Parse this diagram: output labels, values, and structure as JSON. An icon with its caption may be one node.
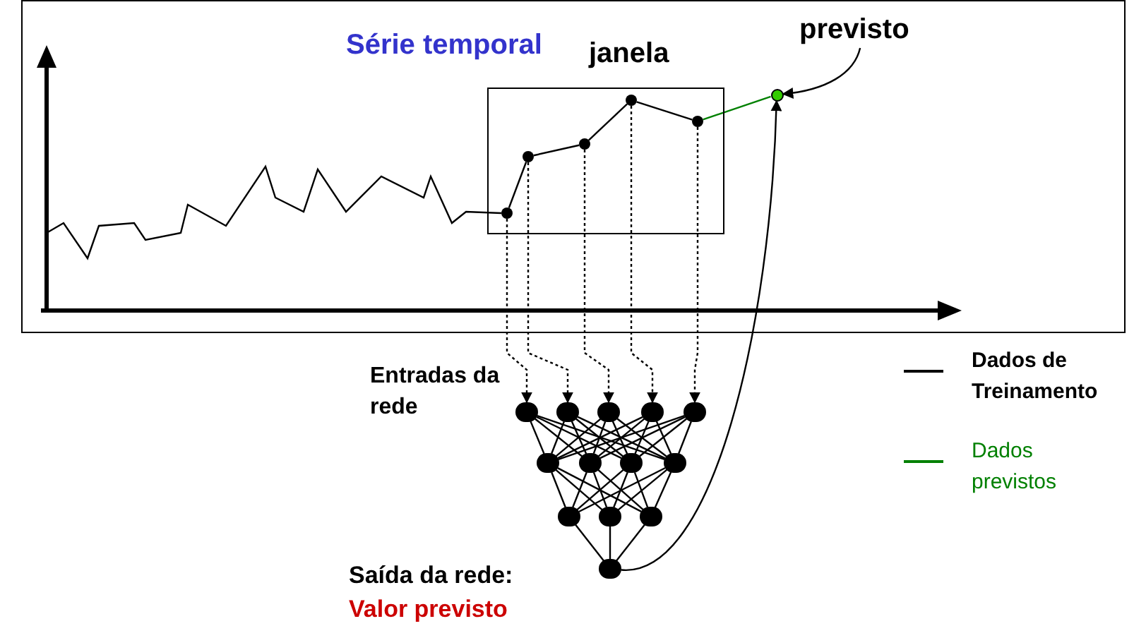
{
  "diagram": {
    "nodes": [
      {
        "text": [
          "Série temporal"
        ]
      },
      {
        "text": [
          "janela"
        ],
        "in": 0
      },
      {
        "text": [],
        "shape": "circle",
        "in": 1
      },
      {
        "text": [],
        "shape": "circle",
        "in": 1
      },
      {
        "text": [],
        "shape": "circle",
        "in": 1
      },
      {
        "text": [],
        "shape": "circle",
        "in": 1
      },
      {
        "text": [],
        "shape": "circle",
        "in": 1
      },
      {
        "text": [],
        "shape": "circle",
        "in": 0
      },
      {
        "text": [
          "previsto"
        ],
        "in": 0
      },
      {
        "text": [],
        "shape": "circle"
      },
      {
        "text": [],
        "shape": "circle"
      },
      {
        "text": [],
        "shape": "circle"
      },
      {
        "text": [],
        "shape": "circle"
      },
      {
        "text": [],
        "shape": "circle"
      },
      {
        "text": [],
        "shape": "circle"
      },
      {
        "text": [],
        "shape": "circle"
      },
      {
        "text": [],
        "shape": "circle"
      },
      {
        "text": [],
        "shape": "circle"
      },
      {
        "text": [],
        "shape": "circle"
      },
      {
        "text": [],
        "shape": "circle"
      },
      {
        "text": [],
        "shape": "circle"
      },
      {
        "text": [],
        "shape": "circle",
        "beside": [
          "Saída da rede:",
          "Valor previsto"
        ]
      }
    ],
    "edges": [
      {
        "from": 2,
        "to": 3,
        "arrow": "none"
      },
      {
        "from": 3,
        "to": 4,
        "arrow": "none"
      },
      {
        "from": 4,
        "to": 5,
        "arrow": "none"
      },
      {
        "from": 5,
        "to": 6,
        "arrow": "none"
      },
      {
        "from": 6,
        "to": 7,
        "arrow": "none",
        "color": "#008000"
      },
      {
        "from": 8,
        "to": 7,
        "arrow": "to"
      },
      {
        "from": 2,
        "to": 9,
        "arrow": "to",
        "style": "dashed"
      },
      {
        "from": 3,
        "to": 10,
        "arrow": "to",
        "style": "dashed"
      },
      {
        "from": 4,
        "to": 11,
        "arrow": "to",
        "style": "dashed"
      },
      {
        "from": 5,
        "to": 12,
        "arrow": "to",
        "style": "dashed"
      },
      {
        "from": 6,
        "to": 13,
        "arrow": "to",
        "style": "dashed"
      },
      {
        "from": 21,
        "to": 7,
        "arrow": "to"
      },
      {
        "from": 9,
        "to": 14,
        "arrow": "none"
      },
      {
        "from": 9,
        "to": 15,
        "arrow": "none"
      },
      {
        "from": 9,
        "to": 16,
        "arrow": "none"
      },
      {
        "from": 9,
        "to": 17,
        "arrow": "none"
      },
      {
        "from": 10,
        "to": 14,
        "arrow": "none"
      },
      {
        "from": 10,
        "to": 15,
        "arrow": "none"
      },
      {
        "from": 10,
        "to": 16,
        "arrow": "none"
      },
      {
        "from": 10,
        "to": 17,
        "arrow": "none"
      },
      {
        "from": 11,
        "to": 14,
        "arrow": "none"
      },
      {
        "from": 11,
        "to": 15,
        "arrow": "none"
      },
      {
        "from": 11,
        "to": 16,
        "arrow": "none"
      },
      {
        "from": 11,
        "to": 17,
        "arrow": "none"
      },
      {
        "from": 12,
        "to": 14,
        "arrow": "none"
      },
      {
        "from": 12,
        "to": 15,
        "arrow": "none"
      },
      {
        "from": 12,
        "to": 16,
        "arrow": "none"
      },
      {
        "from": 12,
        "to": 17,
        "arrow": "none"
      },
      {
        "from": 13,
        "to": 14,
        "arrow": "none"
      },
      {
        "from": 13,
        "to": 15,
        "arrow": "none"
      },
      {
        "from": 13,
        "to": 16,
        "arrow": "none"
      },
      {
        "from": 13,
        "to": 17,
        "arrow": "none"
      },
      {
        "from": 14,
        "to": 18,
        "arrow": "none"
      },
      {
        "from": 14,
        "to": 19,
        "arrow": "none"
      },
      {
        "from": 14,
        "to": 20,
        "arrow": "none"
      },
      {
        "from": 15,
        "to": 18,
        "arrow": "none"
      },
      {
        "from": 15,
        "to": 19,
        "arrow": "none"
      },
      {
        "from": 15,
        "to": 20,
        "arrow": "none"
      },
      {
        "from": 16,
        "to": 18,
        "arrow": "none"
      },
      {
        "from": 16,
        "to": 19,
        "arrow": "none"
      },
      {
        "from": 16,
        "to": 20,
        "arrow": "none"
      },
      {
        "from": 17,
        "to": 18,
        "arrow": "none"
      },
      {
        "from": 17,
        "to": 19,
        "arrow": "none"
      },
      {
        "from": 17,
        "to": 20,
        "arrow": "none"
      },
      {
        "from": 18,
        "to": 21,
        "arrow": "none"
      },
      {
        "from": 19,
        "to": 21,
        "arrow": "none"
      },
      {
        "from": 20,
        "to": 21,
        "arrow": "none"
      }
    ],
    "labels": [
      "Entradas da rede"
    ],
    "legend": [
      {
        "text": "Dados de Treinamento",
        "color": "#000000"
      },
      {
        "text": "Dados previstos",
        "color": "#008000"
      }
    ]
  }
}
